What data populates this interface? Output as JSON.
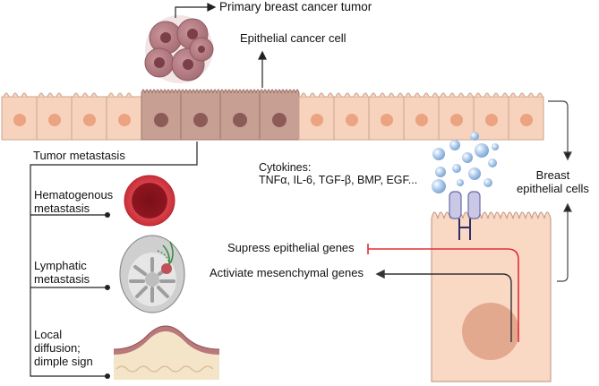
{
  "labels": {
    "primary_tumor": "Primary breast cancer tumor",
    "epithelial_cancer_cell": "Epithelial cancer cell",
    "tumor_metastasis": "Tumor metastasis",
    "hematogenous": "Hematogenous\nmetastasis",
    "lymphatic": "Lymphatic\nmetastasis",
    "local_diffusion": "Local\ndiffusion;\ndimple sign",
    "cytokines": "Cytokines:\nTNFα, IL-6,  TGF-β, BMP, EGF...",
    "breast_epithelial": "Breast\nepithelial cells",
    "suppress": "Supress epithelial genes",
    "activate": "Activiate mesenchymal genes"
  },
  "colors": {
    "normal_cell": "#f7d3bd",
    "normal_nucleus": "#eba381",
    "cancer_cell": "#c79f93",
    "cancer_nucleus": "#8c5b55",
    "inhibition": "#e0303a",
    "line": "#333333",
    "bead": "#9cc0e6",
    "receptor": "#8f8fc9"
  },
  "icons": [
    "tumor-cluster-icon",
    "blood-vessel-icon",
    "lymph-node-icon",
    "skin-dimple-icon",
    "receptor-icon",
    "cytokine-beads-icon"
  ]
}
